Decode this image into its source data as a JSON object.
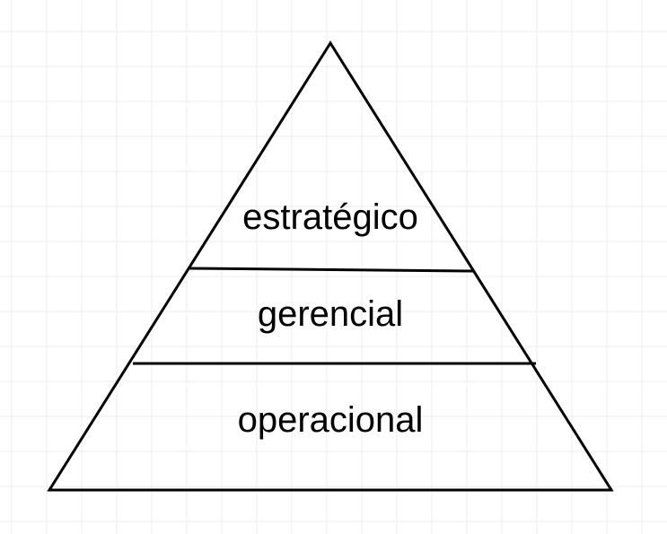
{
  "diagram": {
    "type": "pyramid",
    "levels": [
      {
        "id": "top",
        "label": "estratégico"
      },
      {
        "id": "middle",
        "label": "gerencial"
      },
      {
        "id": "bottom",
        "label": "operacional"
      }
    ],
    "colors": {
      "background": "#ffffff",
      "grid": "#ececec",
      "stroke": "#000000",
      "text": "#000000"
    }
  }
}
